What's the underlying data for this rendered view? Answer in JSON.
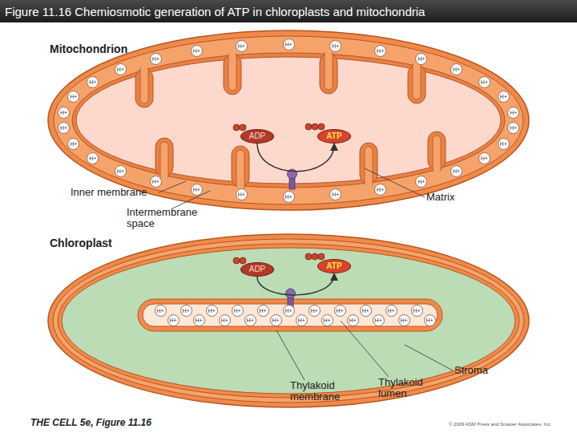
{
  "diagram": {
    "title": "Figure 11.16 Chemiosmotic generation of ATP in chloroplasts and mitochondria",
    "nodes": [
      {
        "text": [
          "H+"
        ]
      },
      {
        "text": [
          "H+"
        ]
      },
      {
        "text": [
          "H+"
        ]
      },
      {
        "text": [
          "H+"
        ]
      },
      {
        "text": [
          "H+"
        ]
      },
      {
        "text": [
          "H+"
        ]
      },
      {
        "text": [
          "H+"
        ]
      },
      {
        "text": [
          "H+"
        ]
      },
      {
        "text": [
          "H+"
        ]
      },
      {
        "text": [
          "H+"
        ]
      },
      {
        "text": [
          "H+"
        ]
      },
      {
        "text": [
          "H+"
        ]
      },
      {
        "text": [
          "H+"
        ]
      },
      {
        "text": [
          "H+"
        ]
      },
      {
        "text": [
          "H+"
        ]
      },
      {
        "text": [
          "H+"
        ]
      },
      {
        "text": [
          "H+"
        ]
      },
      {
        "text": [
          "H+"
        ]
      },
      {
        "text": [
          "H+"
        ]
      },
      {
        "text": [
          "H+"
        ]
      },
      {
        "text": [
          "H+"
        ]
      },
      {
        "text": [
          "H+"
        ]
      },
      {
        "text": [
          "H+"
        ]
      },
      {
        "text": [
          "H+"
        ]
      },
      {
        "text": [
          "H+"
        ]
      },
      {
        "text": [
          "H+"
        ]
      },
      {
        "text": [
          "H+"
        ]
      },
      {
        "text": [
          "H+"
        ]
      },
      {
        "text": [
          "H+"
        ]
      },
      {
        "text": [
          "H+"
        ]
      },
      {
        "text": [
          "ADP"
        ]
      },
      {
        "text": [
          "ATP"
        ]
      },
      {
        "text": [
          "ADP"
        ]
      },
      {
        "text": [
          "ATP"
        ]
      },
      {
        "text": [
          "H+"
        ]
      },
      {
        "text": [
          "H+"
        ]
      },
      {
        "text": [
          "H+"
        ]
      },
      {
        "text": [
          "H+"
        ]
      },
      {
        "text": [
          "H+"
        ]
      },
      {
        "text": [
          "H+"
        ]
      },
      {
        "text": [
          "H+"
        ]
      },
      {
        "text": [
          "H+"
        ]
      },
      {
        "text": [
          "H+"
        ]
      },
      {
        "text": [
          "H+"
        ]
      },
      {
        "text": [
          "H+"
        ]
      },
      {
        "text": [
          "H+"
        ]
      },
      {
        "text": [
          "H+"
        ]
      },
      {
        "text": [
          "H+"
        ]
      },
      {
        "text": [
          "H+"
        ]
      },
      {
        "text": [
          "H+"
        ]
      },
      {
        "text": [
          "H+"
        ]
      },
      {
        "text": [
          "H+"
        ]
      },
      {
        "text": [
          "H+"
        ]
      },
      {
        "text": [
          "H+"
        ]
      },
      {
        "text": [
          "H+"
        ]
      },
      {
        "text": [
          "H+"
        ]
      }
    ],
    "edges": [
      {
        "from": 30,
        "to": 31,
        "arrow": "to"
      },
      {
        "from": 32,
        "to": 33,
        "arrow": "to"
      }
    ],
    "labels": [
      "Mitochondrion",
      "Inner membrane",
      "Intermembrane space",
      "Matrix",
      "Chloroplast",
      "Thylakoid membrane",
      "Thylakoid lumen",
      "Stroma",
      "THE CELL 5e, Figure 11.16",
      "© 2009 ASM Press and Sinauer Associates, Inc."
    ]
  }
}
